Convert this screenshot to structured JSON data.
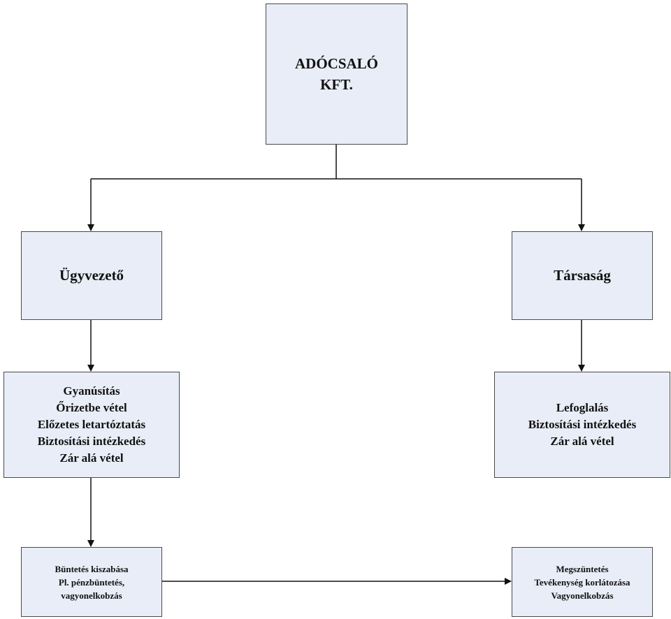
{
  "diagram": {
    "root": {
      "lines": [
        "ADÓCSALÓ",
        "KFT."
      ]
    },
    "left_branch": {
      "title": "Ügyvezető",
      "measures": [
        "Gyanúsítás",
        "Őrizetbe vétel",
        "Előzetes letartóztatás",
        "Biztosítási intézkedés",
        "Zár alá vétel"
      ],
      "outcome": [
        "Büntetés kiszabása",
        "Pl. pénzbüntetés,",
        "vagyonelkobzás"
      ]
    },
    "right_branch": {
      "title": "Társaság",
      "measures": [
        "Lefoglalás",
        "Biztosítási intézkedés",
        "Zár alá vétel"
      ],
      "outcome": [
        "Megszüntetés",
        "Tevékenység korlátozása",
        "Vagyonelkobzás"
      ]
    },
    "colors": {
      "box_fill": "#e9edf7",
      "box_border": "#4a4a4a",
      "line": "#111111"
    }
  }
}
